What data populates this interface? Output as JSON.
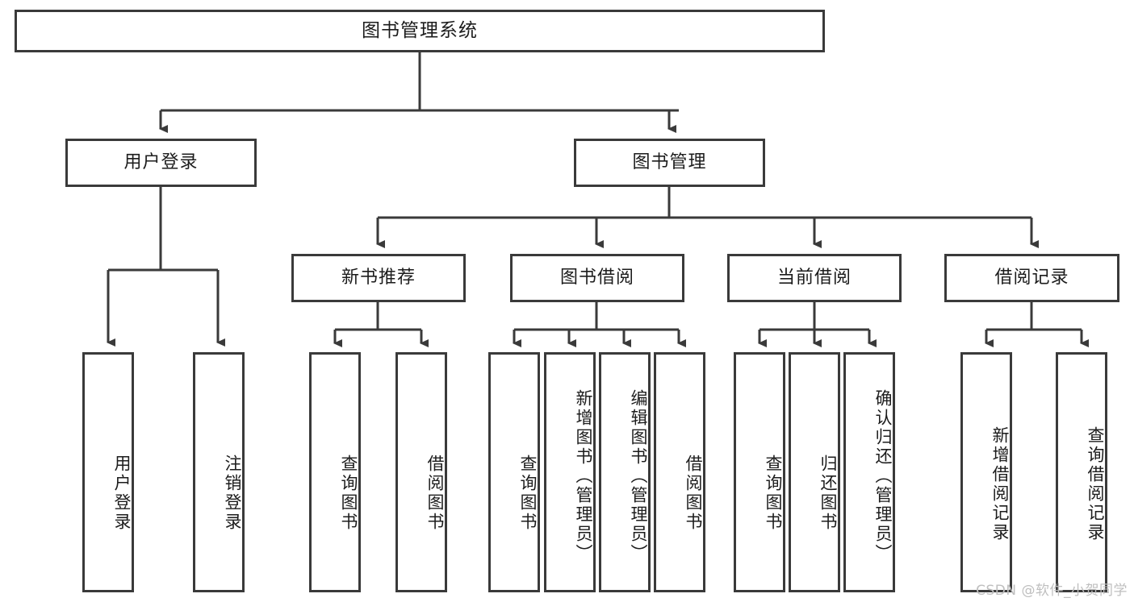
{
  "diagram": {
    "title": "图书管理系统",
    "type": "hierarchy-tree",
    "root": {
      "label": "图书管理系统"
    },
    "level2": [
      {
        "label": "用户登录"
      },
      {
        "label": "图书管理"
      }
    ],
    "level3": [
      {
        "label": "新书推荐",
        "parent": "图书管理"
      },
      {
        "label": "图书借阅",
        "parent": "图书管理"
      },
      {
        "label": "当前借阅",
        "parent": "图书管理"
      },
      {
        "label": "借阅记录",
        "parent": "图书管理"
      }
    ],
    "leaves": {
      "用户登录": [
        {
          "label": "用户登录"
        },
        {
          "label": "注销登录"
        }
      ],
      "新书推荐": [
        {
          "label": "查询图书"
        },
        {
          "label": "借阅图书"
        }
      ],
      "图书借阅": [
        {
          "label": "查询图书"
        },
        {
          "label": "新增图书（管理员）"
        },
        {
          "label": "编辑图书（管理员）"
        },
        {
          "label": "借阅图书"
        }
      ],
      "当前借阅": [
        {
          "label": "查询图书"
        },
        {
          "label": "归还图书"
        },
        {
          "label": "确认归还（管理员）"
        }
      ],
      "借阅记录": [
        {
          "label": "新增借阅记录"
        },
        {
          "label": "查询借阅记录"
        }
      ]
    }
  },
  "watermark": {
    "text": "CSDN @软件_小贺同学"
  },
  "colors": {
    "stroke": "#3a3a3a",
    "fill": "#ffffff",
    "text": "#1c1c1c",
    "watermark": "#bfbfbf"
  }
}
